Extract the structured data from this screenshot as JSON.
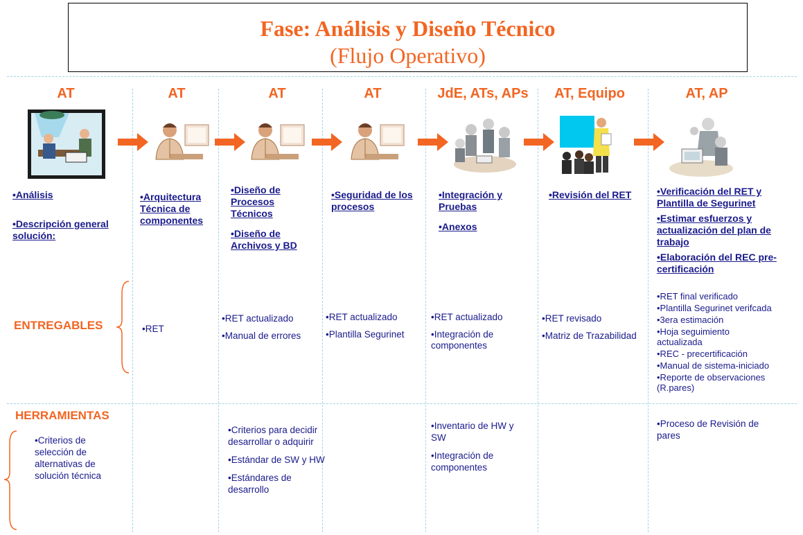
{
  "title": "Fase: Análisis y Diseño Técnico",
  "subtitle": "(Flujo Operativo)",
  "colors": {
    "accent": "#f26522",
    "text": "#1a1a8c",
    "divider": "#9fd3e6"
  },
  "columns": [
    {
      "role": "AT",
      "picture": "office-meeting-clipart",
      "activities": [
        "•Análisis",
        "•Descripción general solución:"
      ],
      "deliverables": [],
      "tools": []
    },
    {
      "role": "AT",
      "picture": "man-at-computer-clipart",
      "activities": [
        "•Arquitectura Técnica de componentes"
      ],
      "deliverables": [
        "•RET"
      ],
      "tools": []
    },
    {
      "role": "AT",
      "picture": "man-at-computer-clipart",
      "activities": [
        "•Diseño de Procesos Técnicos",
        "•Diseño de Archivos y BD"
      ],
      "deliverables": [
        "•RET actualizado",
        "•Manual de errores"
      ],
      "tools": [
        "•Criterios para decidir desarrollar o adquirir",
        "•Estándar de SW y HW",
        "•Estándares de desarrollo"
      ]
    },
    {
      "role": "AT",
      "picture": "man-at-computer-clipart",
      "activities": [
        "•Seguridad de los procesos"
      ],
      "deliverables": [
        "•RET actualizado",
        "•Plantilla Segurinet"
      ],
      "tools": []
    },
    {
      "role": "JdE, ATs, APs",
      "picture": "team-meeting-clipart",
      "activities": [
        "•Integración y Pruebas",
        "•Anexos"
      ],
      "deliverables": [
        "•RET actualizado",
        "•Integración de componentes"
      ],
      "tools": [
        "•Inventario de HW y SW",
        "•Integración de componentes"
      ]
    },
    {
      "role": "AT, Equipo",
      "picture": "presentation-clipart",
      "activities": [
        "•Revisión del RET"
      ],
      "deliverables": [
        "•RET revisado",
        "•Matriz de Trazabilidad"
      ],
      "tools": []
    },
    {
      "role": "AT, AP",
      "picture": "two-people-at-computer-clipart",
      "activities": [
        "•Verificación del RET y Plantilla de Segurinet",
        "•Estimar esfuerzos y actualización del plan de trabajo",
        "•Elaboración del REC pre-certificación"
      ],
      "deliverables": [
        "•RET final verificado",
        "•Plantilla Segurinet verifcada",
        "•3era estimación",
        "•Hoja seguimiento actualizada",
        "•REC - precertificación",
        "•Manual de sistema-iniciado",
        "•Reporte de observaciones (R.pares)"
      ],
      "tools": [
        "•Proceso de Revisión de pares"
      ]
    }
  ],
  "deliverables_label": "ENTREGABLES",
  "tools_label": "HERRAMIENTAS",
  "tools_first_col": "•Criterios de selección de alternativas de solución técnica"
}
